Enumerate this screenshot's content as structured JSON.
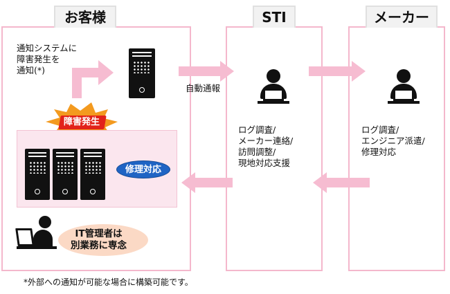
{
  "headers": {
    "customer": "お客様",
    "sti": "STI",
    "maker": "メーカー"
  },
  "customer": {
    "notify_text": "通知システムに\n障害発生を\n通知(*)",
    "incident_label": "障害発生",
    "repair_label": "修理対応",
    "it_admin_label": "IT管理者は\n別業務に専念"
  },
  "auto_report_label": "自動通報",
  "sti": {
    "tasks": "ログ調査/\nメーカー連絡/\n訪問調整/\n現地対応支援"
  },
  "maker": {
    "tasks": "ログ調査/\nエンジニア派遣/\n修理対応"
  },
  "footnote": "*外部への通知が可能な場合に構築可能です。",
  "colors": {
    "panel_border": "#f4b7cc",
    "arrow": "#f6bcd1",
    "incident_orange": "#f39a1f",
    "incident_red": "#e2231a",
    "repair_blue": "#1f64c4",
    "admin_peach": "#fbd9c5"
  }
}
